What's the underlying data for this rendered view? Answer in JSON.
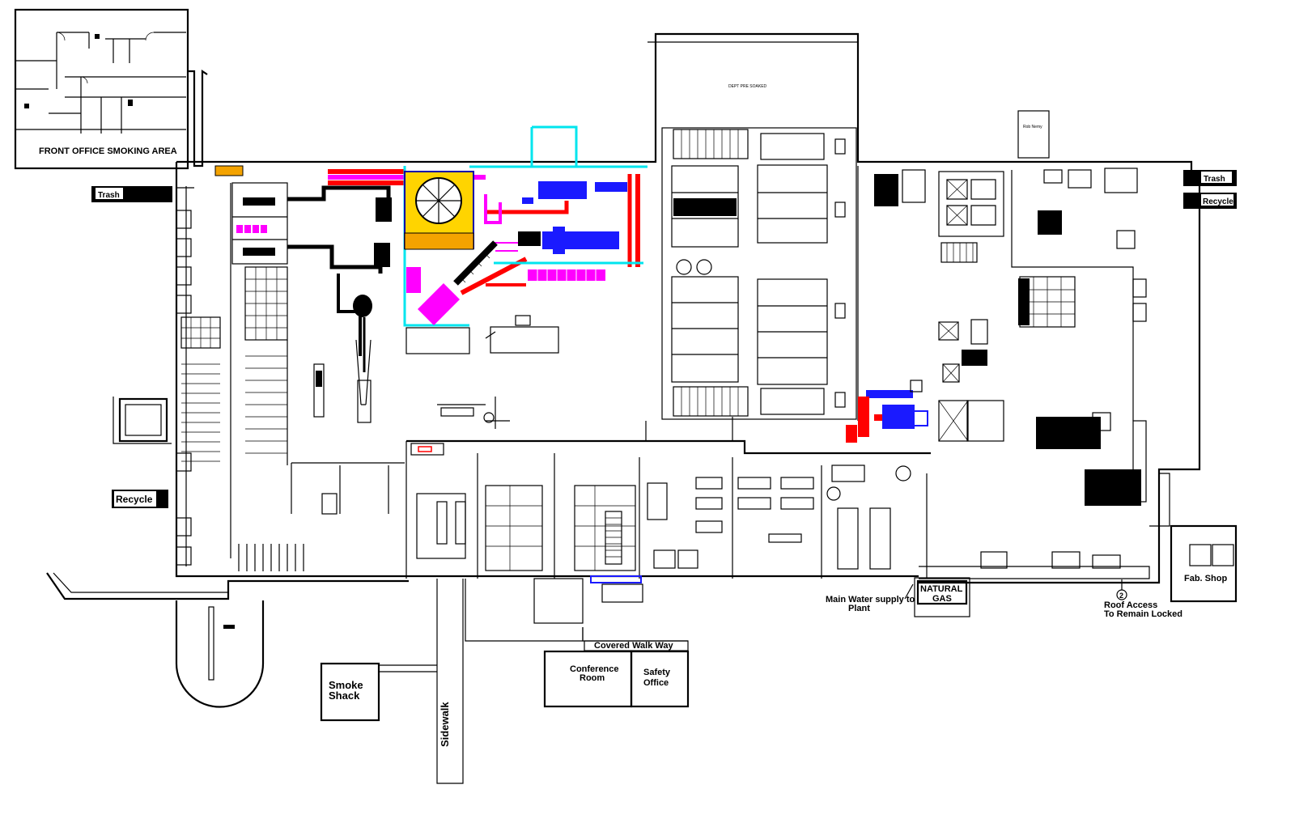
{
  "labels": {
    "front_office": "FRONT OFFICE SMOKING AREA",
    "trash_left": "Trash",
    "trash_right": "Trash",
    "recycle_left": "Recycle",
    "recycle_right": "Recycle",
    "smoke_shack_l1": "Smoke",
    "smoke_shack_l2": "Shack",
    "sidewalk": "Sidewalk",
    "covered_walkway": "Covered Walk Way",
    "conference_l1": "Conference",
    "conference_l2": "Room",
    "safety_l1": "Safety",
    "safety_l2": "Office",
    "water_l1": "Main Water supply to",
    "water_l2": "Plant",
    "natural_gas_l1": "NATURAL",
    "natural_gas_l2": "GAS",
    "roof_marker": "2",
    "roof_l1": "Roof Access",
    "roof_l2": "To Remain Locked",
    "fab_shop": "Fab. Shop"
  },
  "colors": {
    "line": "#000000",
    "magenta": "#ff00ff",
    "red": "#ff0000",
    "blue": "#1a1aff",
    "cyan": "#00e5ee",
    "yellow": "#ffd400",
    "orange": "#f4a300",
    "navy": "#0000aa"
  }
}
